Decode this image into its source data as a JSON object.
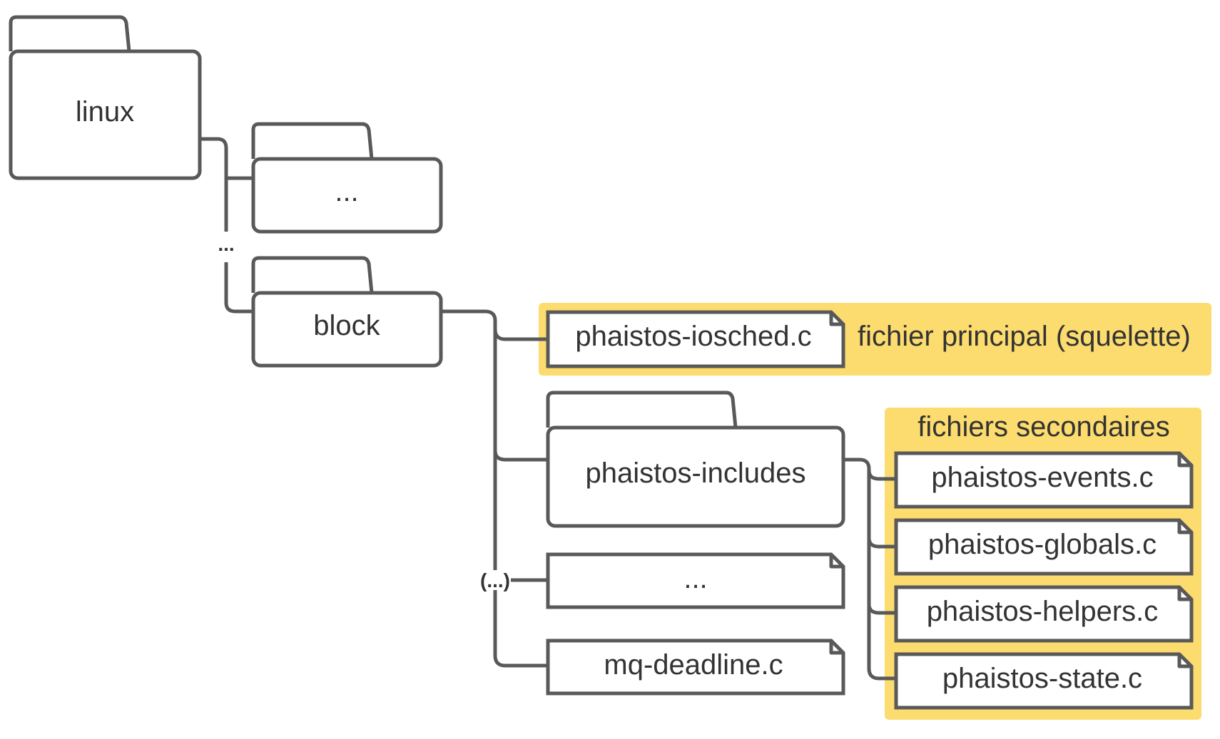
{
  "diagram": {
    "root_folder": "linux",
    "root_child_ellipsis_folder": "...",
    "root_connector_gap": "...",
    "block_folder": "block",
    "main_file": "phaistos-iosched.c",
    "main_file_note": "fichier principal (squelette)",
    "includes_folder": "phaistos-includes",
    "block_gap_label": "(...)",
    "block_ellipsis_file": "...",
    "deadline_file": "mq-deadline.c",
    "secondary_title": "fichiers secondaires",
    "secondary_files": [
      "phaistos-events.c",
      "phaistos-globals.c",
      "phaistos-helpers.c",
      "phaistos-state.c"
    ],
    "highlight_color": "#fcdc6f",
    "line_color": "#595959"
  }
}
